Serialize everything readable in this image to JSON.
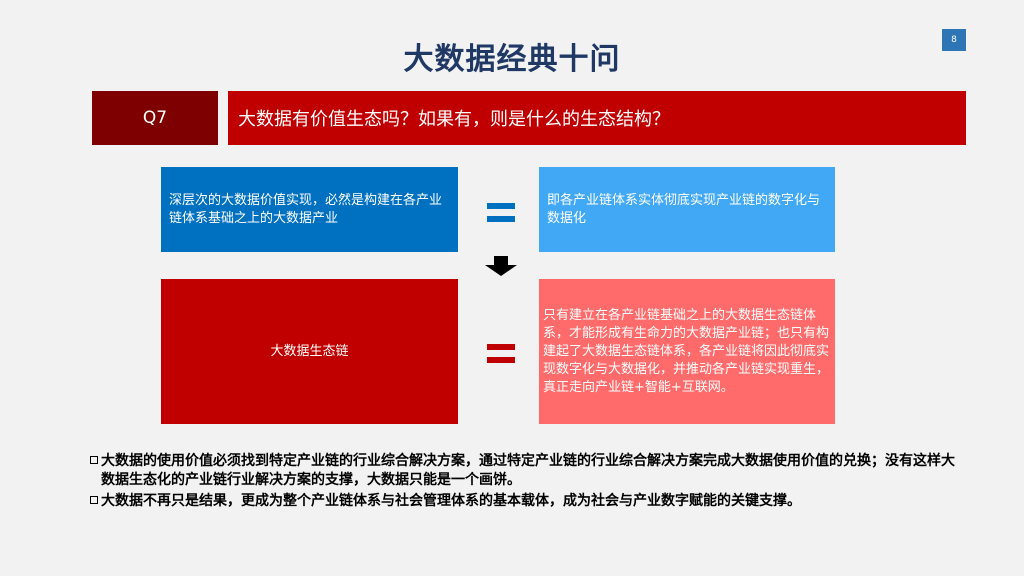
{
  "title": "大数据经典十问",
  "page_number": "8",
  "question": {
    "label": "Q7",
    "text": "大数据有价值生态吗？如果有，则是什么的生态结构？"
  },
  "boxes": {
    "top_left": "深层次的大数据价值实现，必然是构建在各产业链体系基础之上的大数据产业",
    "top_right": "即各产业链体系实体彻底实现产业链的数字化与数据化",
    "bottom_left": "大数据生态链",
    "bottom_right": "只有建立在各产业链基础之上的大数据生态链体系，才能形成有生命力的大数据产业链；也只有构建起了大数据生态链体系，各产业链将因此彻底实现数字化与大数据化，并推动各产业链实现重生，真正走向产业链+智能+互联网。"
  },
  "bullets": [
    "大数据的使用价值必须找到特定产业链的行业综合解决方案，通过特定产业链的行业综合解决方案完成大数据使用价值的兑换；没有这样大数据生态化的产业链行业解决方案的支撑，大数据只能是一个画饼。",
    "大数据不再只是结果，更成为整个产业链体系与社会管理体系的基本载体，成为社会与产业数字赋能的关键支撑。"
  ],
  "colors": {
    "title": "#1f3864",
    "dark_red": "#7f0000",
    "red": "#c00000",
    "blue": "#0070c0",
    "light_blue": "#41a8f5",
    "salmon": "#ff6b6b"
  },
  "icons": {
    "equals_top": "equals-icon",
    "equals_bottom": "equals-icon",
    "arrow": "arrow-down-icon",
    "bullet": "hollow-square-bullet-icon"
  }
}
